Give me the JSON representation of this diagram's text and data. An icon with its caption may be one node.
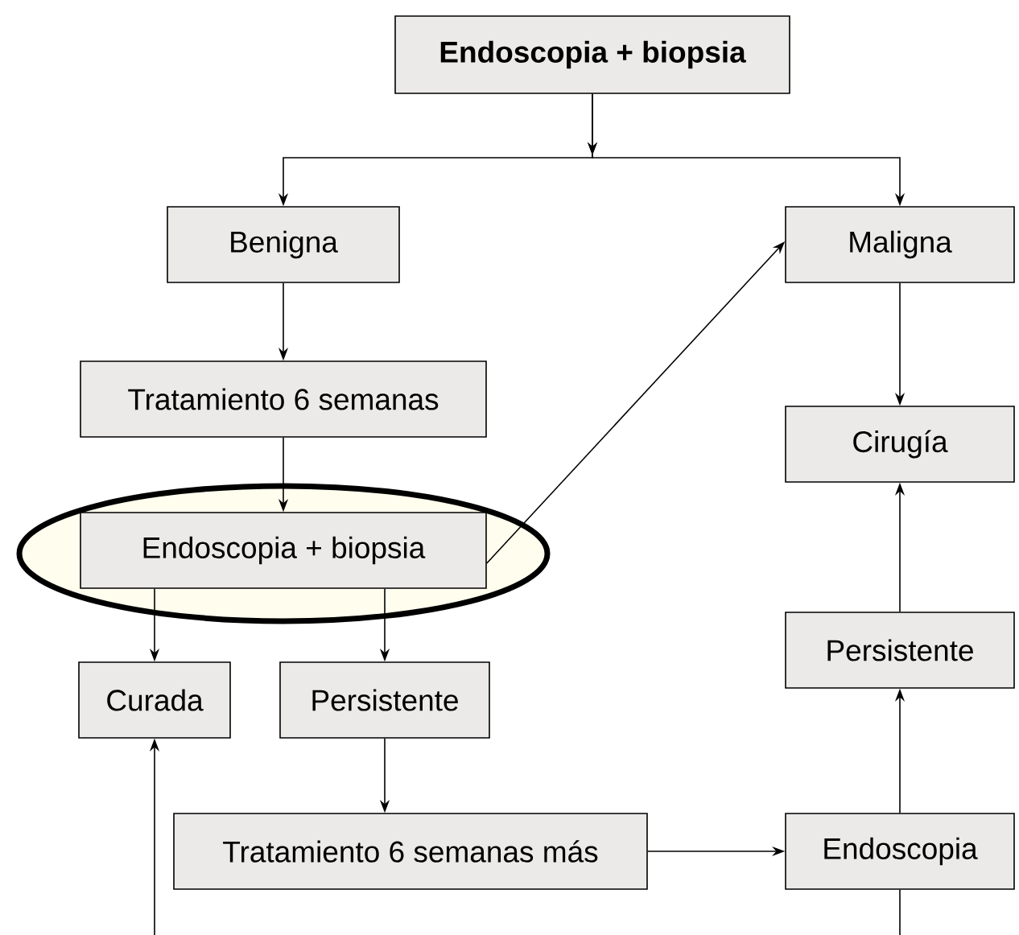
{
  "diagram": {
    "nodes": [
      {
        "text": [
          "Endoscopia + biopsia"
        ]
      },
      {
        "text": [
          "Benigna"
        ]
      },
      {
        "text": [
          "Maligna"
        ]
      },
      {
        "text": [
          "Tratamiento 6 semanas"
        ]
      },
      {
        "text": [
          "Cirugía"
        ]
      },
      {
        "text": [],
        "shape": "ellipse"
      },
      {
        "text": [
          "Endoscopia + biopsia"
        ],
        "in": 5
      },
      {
        "text": [
          "Persistente"
        ]
      },
      {
        "text": [
          "Curada"
        ]
      },
      {
        "text": [
          "Persistente"
        ]
      },
      {
        "text": [
          "Tratamiento 6 semanas más"
        ]
      },
      {
        "text": [
          "Endoscopia"
        ]
      }
    ],
    "edges": [
      {
        "from": 0,
        "to": 1,
        "arrow": "to"
      },
      {
        "from": 0,
        "to": 2,
        "arrow": "to"
      },
      {
        "from": 1,
        "to": 3,
        "arrow": "to"
      },
      {
        "from": 6,
        "to": 2,
        "arrow": "to"
      },
      {
        "from": 2,
        "to": 4,
        "arrow": "to"
      },
      {
        "from": 3,
        "to": 6,
        "arrow": "to"
      },
      {
        "from": 6,
        "to": 8,
        "arrow": "to"
      },
      {
        "from": 6,
        "to": 9,
        "arrow": "to"
      },
      {
        "from": 9,
        "to": 10,
        "arrow": "to"
      },
      {
        "from": 10,
        "to": 11,
        "arrow": "to"
      },
      {
        "from": 11,
        "to": 7,
        "arrow": "to"
      },
      {
        "from": 7,
        "to": 4,
        "arrow": "to"
      },
      {
        "from": null,
        "to": 8,
        "arrow": "to"
      },
      {
        "from": 11,
        "to": null,
        "arrow": "none"
      }
    ]
  }
}
